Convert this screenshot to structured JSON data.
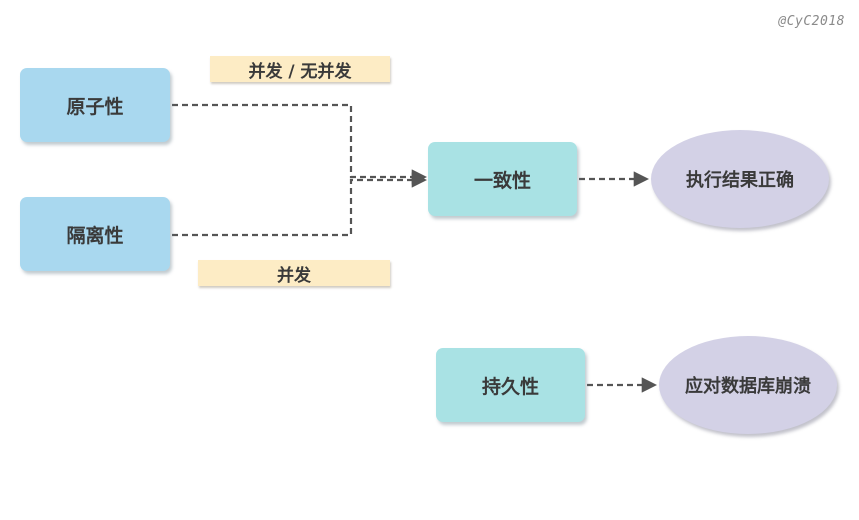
{
  "watermark": "@CyC2018",
  "nodes": {
    "atomicity": "原子性",
    "isolation": "隔离性",
    "consistency": "一致性",
    "durability": "持久性",
    "correct_result": "执行结果正确",
    "db_crash": "应对数据库崩溃"
  },
  "labels": {
    "concurrent_or_not": "并发 / 无并发",
    "concurrent": "并发"
  },
  "colors": {
    "source_node": "#a9d8ef",
    "target_node": "#a9e2e4",
    "outcome_node": "#d3d1e6",
    "label_tag": "#fdecc5",
    "connector": "#555555"
  }
}
